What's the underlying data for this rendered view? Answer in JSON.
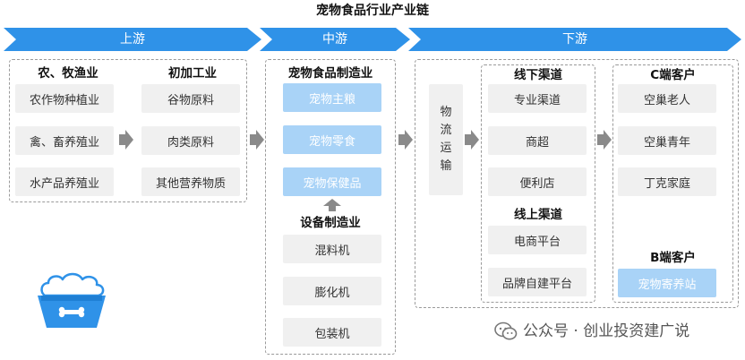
{
  "title": "宠物食品行业产业链",
  "banners": {
    "upstream": "上游",
    "midstream": "中游",
    "downstream": "下游"
  },
  "upstream": {
    "col1": {
      "header": "农、牧渔业",
      "items": [
        "农作物种植业",
        "禽、畜养殖业",
        "水产品养殖业"
      ]
    },
    "col2": {
      "header": "初加工业",
      "items": [
        "谷物原料",
        "肉类原料",
        "其他营养物质"
      ]
    }
  },
  "midstream": {
    "food": {
      "header": "宠物食品制造业",
      "items": [
        "宠物主粮",
        "宠物零食",
        "宠物保健品"
      ]
    },
    "equipment": {
      "header": "设备制造业",
      "items": [
        "混料机",
        "膨化机",
        "包装机"
      ]
    }
  },
  "downstream": {
    "logistics": [
      "物",
      "流",
      "运",
      "输"
    ],
    "offline": {
      "header": "线下渠道",
      "items": [
        "专业渠道",
        "商超",
        "便利店"
      ]
    },
    "online": {
      "header": "线上渠道",
      "items": [
        "电商平台",
        "品牌自建平台"
      ]
    },
    "c_customers": {
      "header": "C端客户",
      "items": [
        "空巢老人",
        "空巢青年",
        "丁克家庭"
      ]
    },
    "b_customers": {
      "header": "B端客户",
      "items": [
        "宠物寄养站"
      ]
    }
  },
  "watermark": "公众号 · 创业投资建广说",
  "colors": {
    "banner": "#2f92e8",
    "highlight_box": "#a9d3f7",
    "gray_box": "#f0f0f0",
    "arrow": "#8a8a8a"
  },
  "icons": [
    "pet-food-bowl-icon",
    "wechat-icon",
    "right-arrow-icon",
    "up-arrow-icon"
  ]
}
